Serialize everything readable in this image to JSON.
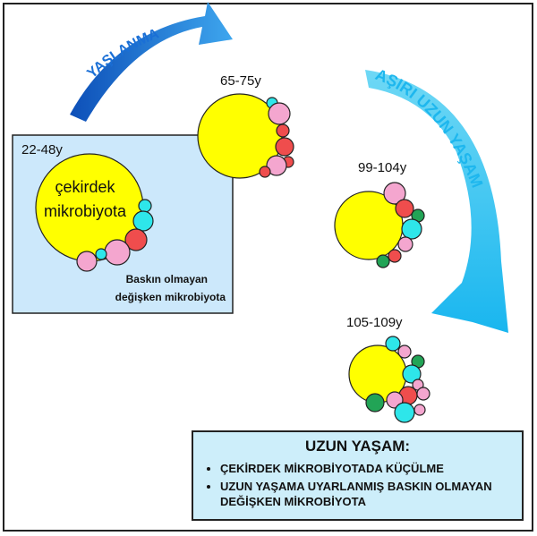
{
  "colors": {
    "core": "#ffff00",
    "pink": "#f4a6cf",
    "red": "#ef4d4d",
    "cyan": "#2ee6ea",
    "green": "#22a456",
    "young_box": "#cce8fb",
    "legend_box": "#cdeefa",
    "arrow_blue": "#1a6fd6",
    "arrow_cyan": "#29c6f0"
  },
  "arrows": {
    "aging_label": "YAŞLANMA",
    "longevity_label": "AŞIRI UZUN YAŞAM"
  },
  "groups": {
    "young": {
      "age": "22-48y",
      "core_label_line1": "çekirdek",
      "core_label_line2": "mikrobiyota",
      "note_line1": "Baskın olmayan",
      "note_line2": "değişken mikrobiyota"
    },
    "elderly": {
      "age": "65-75y"
    },
    "centenarian": {
      "age": "99-104y"
    },
    "semi_supercentenarian": {
      "age": "105-109y"
    }
  },
  "legend": {
    "title": "UZUN YAŞAM:",
    "items": [
      "ÇEKİRDEK MİKROBİYOTADA KÜÇÜLME",
      "UZUN YAŞAMA UYARLANMIŞ BASKIN OLMAYAN DEĞİŞKEN MİKROBİYOTA"
    ]
  }
}
